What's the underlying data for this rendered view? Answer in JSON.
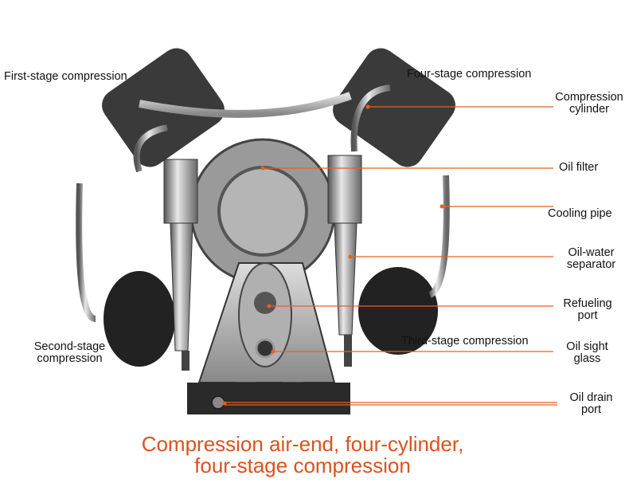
{
  "labels": {
    "first_stage": "First-stage compression",
    "four_stage": "Four-stage compression",
    "compression_cylinder": [
      "Compression",
      "cylinder"
    ],
    "oil_filter": "Oil filter",
    "cooling_pipe": "Cooling pipe",
    "oil_water_separator": [
      "Oil-water",
      "separator"
    ],
    "refueling_port": [
      "Refueling",
      "port"
    ],
    "third_stage": "Third-stage compression",
    "oil_sight_glass": [
      "Oil sight",
      "glass"
    ],
    "second_stage": [
      "Second-stage",
      "compression"
    ],
    "oil_drain_port": [
      "Oil drain",
      "port"
    ]
  },
  "caption": [
    "Compression air-end, four-cylinder,",
    "four-stage compression"
  ],
  "colors": {
    "leader": "#e8601c",
    "caption": "#d9531e"
  }
}
